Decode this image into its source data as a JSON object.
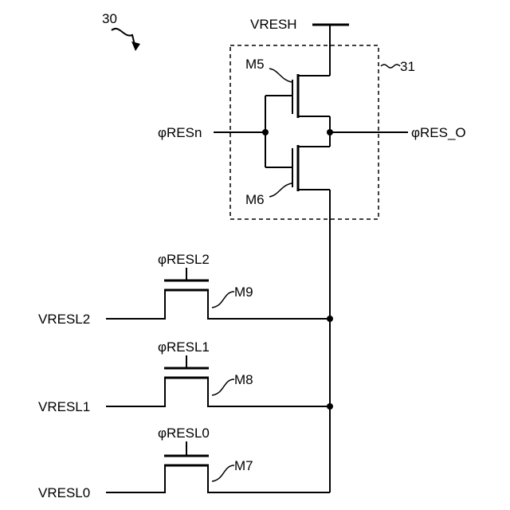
{
  "figure": {
    "ref_number": "30",
    "block_ref": "31",
    "supply": "VRESH",
    "transistors": {
      "m5": "M5",
      "m6": "M6",
      "m7": "M7",
      "m8": "M8",
      "m9": "M9"
    },
    "signals": {
      "input": "φRESn",
      "output": "φRES_O",
      "gate_l2": "φRESL2",
      "gate_l1": "φRESL1",
      "gate_l0": "φRESL0"
    },
    "sources": {
      "l2": "VRESL2",
      "l1": "VRESL1",
      "l0": "VRESL0"
    }
  }
}
